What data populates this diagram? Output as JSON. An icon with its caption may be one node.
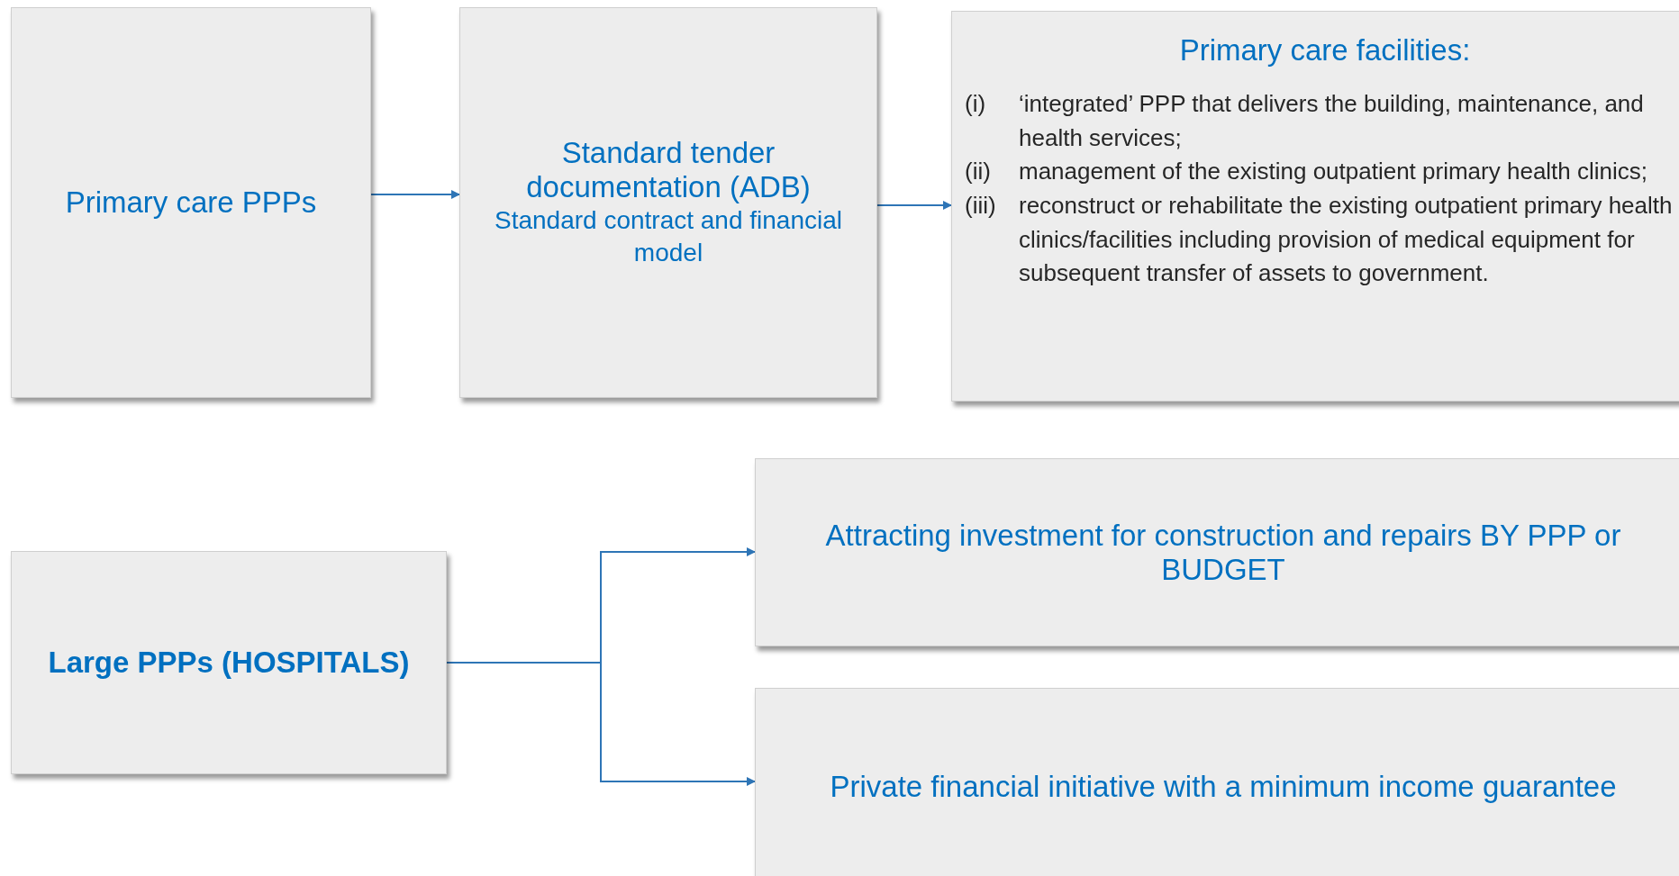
{
  "diagram": {
    "nodes": [
      {
        "text": [
          "Primary care PPPs"
        ]
      },
      {
        "text": [
          "Standard tender documentation (ADB)",
          "Standard contract and financial model"
        ]
      },
      {
        "text": [
          "Primary care facilities:",
          "(i)",
          "‘integrated’ PPP that delivers the building, maintenance, and health services;",
          "(ii)",
          "management of the existing outpatient primary health clinics;",
          "(iii)",
          "reconstruct or rehabilitate the existing outpatient primary health clinics/facilities including provision of medical equipment for subsequent transfer of assets to government."
        ]
      },
      {
        "text": [
          "Large PPPs (HOSPITALS)"
        ]
      },
      {
        "text": [
          "Attracting investment for construction and repairs BY PPP or BUDGET"
        ]
      },
      {
        "text": [
          "Private financial initiative with a minimum income guarantee"
        ]
      }
    ],
    "edges": [
      {
        "from": 0,
        "to": 1,
        "arrow": "to"
      },
      {
        "from": 1,
        "to": 2,
        "arrow": "to"
      },
      {
        "from": 3,
        "to": 4,
        "arrow": "to"
      },
      {
        "from": 3,
        "to": 5,
        "arrow": "to"
      }
    ]
  }
}
